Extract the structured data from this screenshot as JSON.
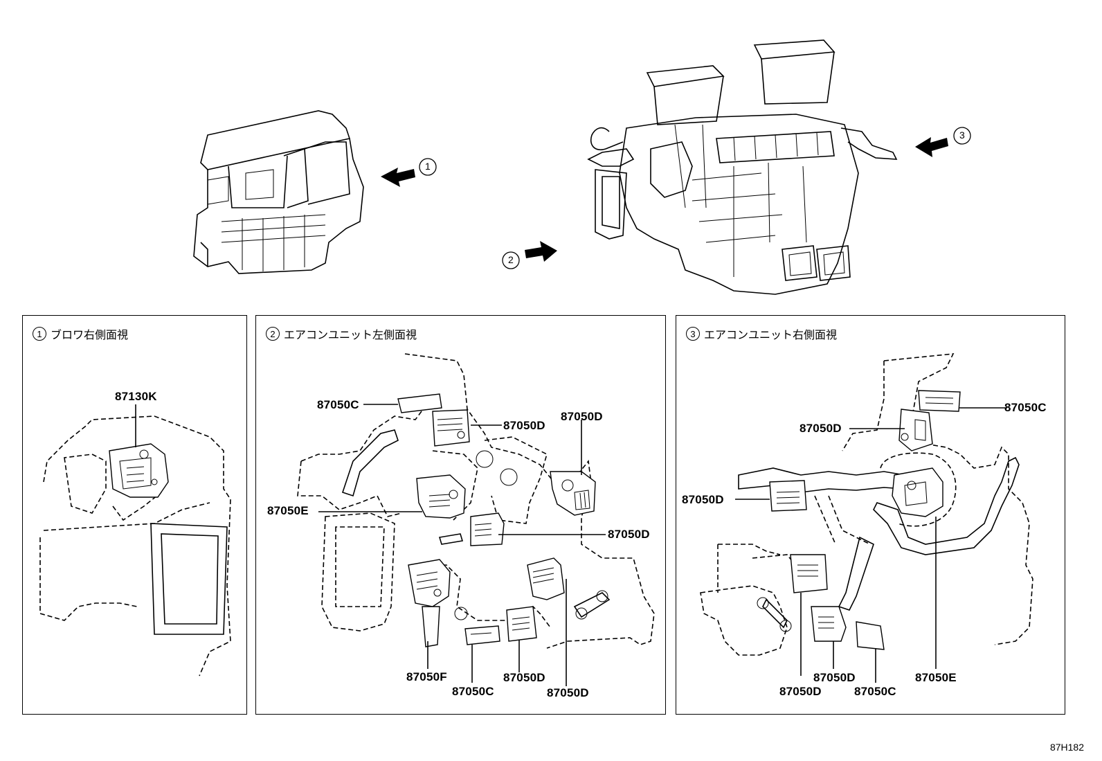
{
  "callouts": [
    "1",
    "2",
    "3"
  ],
  "panels": [
    {
      "num": "1",
      "title": "ブロワ右側面視",
      "parts": [
        "87130K"
      ]
    },
    {
      "num": "2",
      "title": "エアコンユニット左側面視",
      "parts": [
        "87050C",
        "87050D",
        "87050D",
        "87050E",
        "87050D",
        "87050F",
        "87050C",
        "87050D",
        "87050D"
      ]
    },
    {
      "num": "3",
      "title": "エアコンユニット右側面視",
      "parts": [
        "87050C",
        "87050D",
        "87050D",
        "87050D",
        "87050D",
        "87050C",
        "87050E"
      ]
    }
  ],
  "drawing_code": "87H182"
}
